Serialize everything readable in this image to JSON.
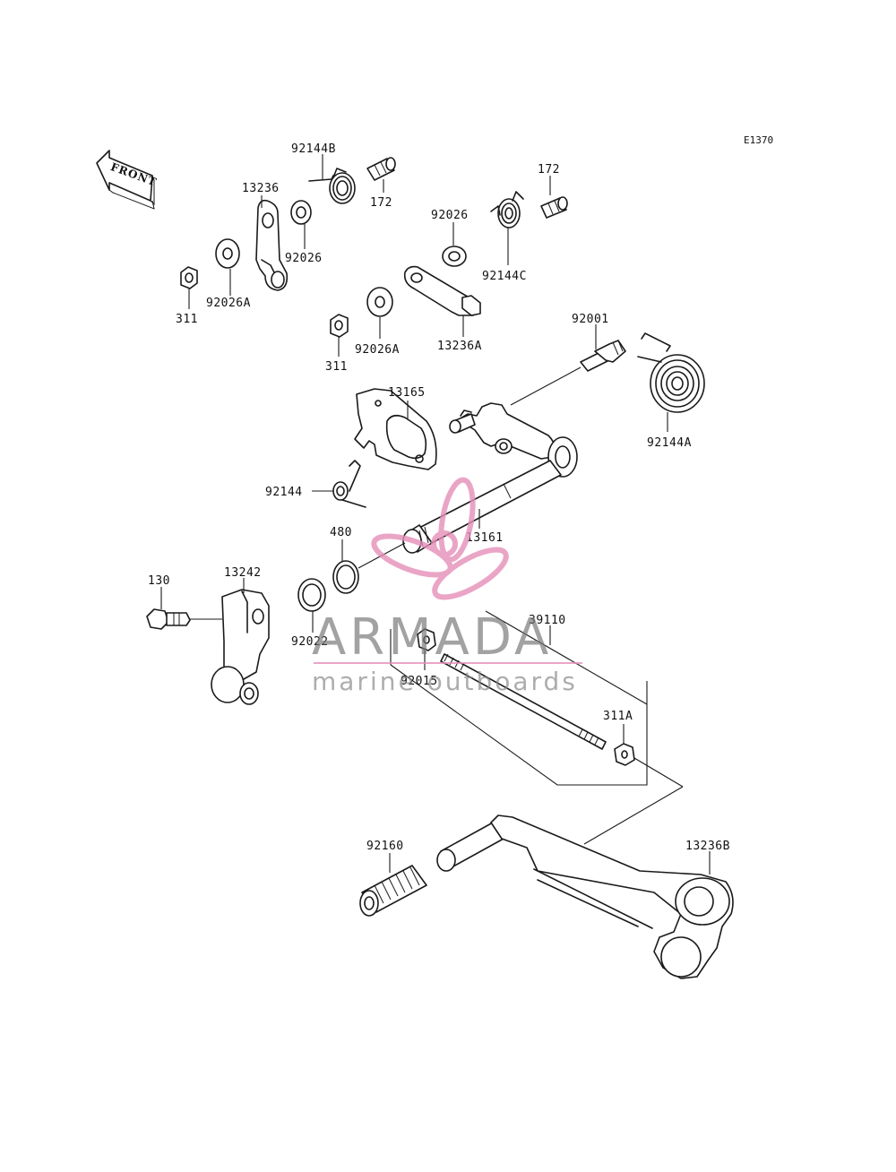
{
  "diagram": {
    "code": "E1370",
    "front_label": "FRONT",
    "parts": {
      "p92144B": "92144B",
      "p172a": "172",
      "p13236": "13236",
      "p92026": "92026",
      "p92026A_a": "92026A",
      "p311_a": "311",
      "p92026_b": "92026",
      "p172b": "172",
      "p92144C": "92144C",
      "p13236A": "13236A",
      "p92026A_b": "92026A",
      "p311_b": "311",
      "p92001": "92001",
      "p13165": "13165",
      "p92144A": "92144A",
      "p92144": "92144",
      "p480": "480",
      "p13161": "13161",
      "p130": "130",
      "p13242": "13242",
      "p39110": "39110",
      "p92022": "92022",
      "p92015": "92015",
      "p311A": "311A",
      "p92160": "92160",
      "p13236B": "13236B"
    }
  },
  "watermark": {
    "brand": "ARMADA",
    "tagline": "marine outboards",
    "accent_color": "#e58fb8",
    "text_color": "#777777"
  }
}
